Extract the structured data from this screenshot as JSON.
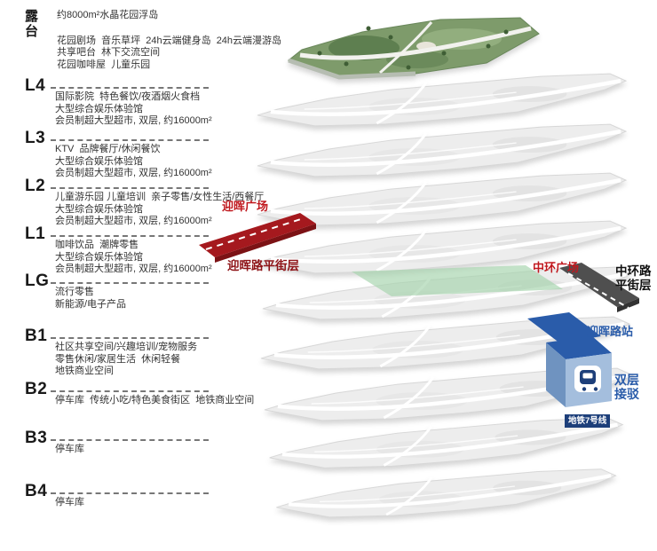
{
  "levels": [
    {
      "code": "露台",
      "lines": [
        "约8000m²水晶花园浮岛",
        "花园剧场  音乐草坪  24h云端健身岛  24h云端漫游岛",
        "共享吧台  林下交流空间",
        "花园咖啡屋  儿童乐园"
      ]
    },
    {
      "code": "L4",
      "lines": [
        "国际影院  特色餐饮/夜酒烟火食档",
        "大型综合娱乐体验馆",
        "会员制超大型超市, 双层, 约16000m²"
      ]
    },
    {
      "code": "L3",
      "lines": [
        "KTV  品牌餐厅/休闲餐饮",
        "大型综合娱乐体验馆",
        "会员制超大型超市, 双层, 约16000m²"
      ]
    },
    {
      "code": "L2",
      "lines": [
        "儿童游乐园 儿童培训  亲子零售/女性生活/西餐厅",
        "大型综合娱乐体验馆",
        "会员制超大型超市, 双层, 约16000m²"
      ]
    },
    {
      "code": "L1",
      "lines": [
        "咖啡饮品  潮牌零售",
        "大型综合娱乐体验馆",
        "会员制超大型超市, 双层, 约16000m²"
      ]
    },
    {
      "code": "LG",
      "lines": [
        "流行零售",
        "新能源/电子产品"
      ]
    },
    {
      "code": "B1",
      "lines": [
        "社区共享空间/兴趣培训/宠物服务",
        "零售休闲/家居生活  休闲轻餐",
        "地铁商业空间"
      ]
    },
    {
      "code": "B2",
      "lines": [
        "停车库  传统小吃/特色美食街区  地铁商业空间"
      ]
    },
    {
      "code": "B3",
      "lines": [
        "停车库"
      ]
    },
    {
      "code": "B4",
      "lines": [
        "停车库"
      ]
    }
  ],
  "annotations": {
    "yinghui_plaza": "迎晖广场",
    "yinghui_street_level": "迎晖路平街层",
    "zhonghuan_plaza": "中环广场",
    "zhonghuan_road": [
      "中环路",
      "平街层"
    ],
    "yinghui_station": "迎晖路站",
    "double_deck_shuttle": [
      "双层",
      "接驳"
    ],
    "metro_line_badge": "地铁7号线"
  },
  "icons": {
    "metro": "metro-train-icon"
  },
  "colors": {
    "road_red": "#a5191e",
    "label_red": "#c0181e",
    "label_dark_red": "#8e1418",
    "metro_blue": "#2a5caa",
    "metro_dark_blue": "#1d3f7a",
    "metro_light_blue": "#a4bedd",
    "plaza_green": "#a6d4ae",
    "road_gray": "#4f4f4f",
    "plate_gray": "#ededed"
  }
}
